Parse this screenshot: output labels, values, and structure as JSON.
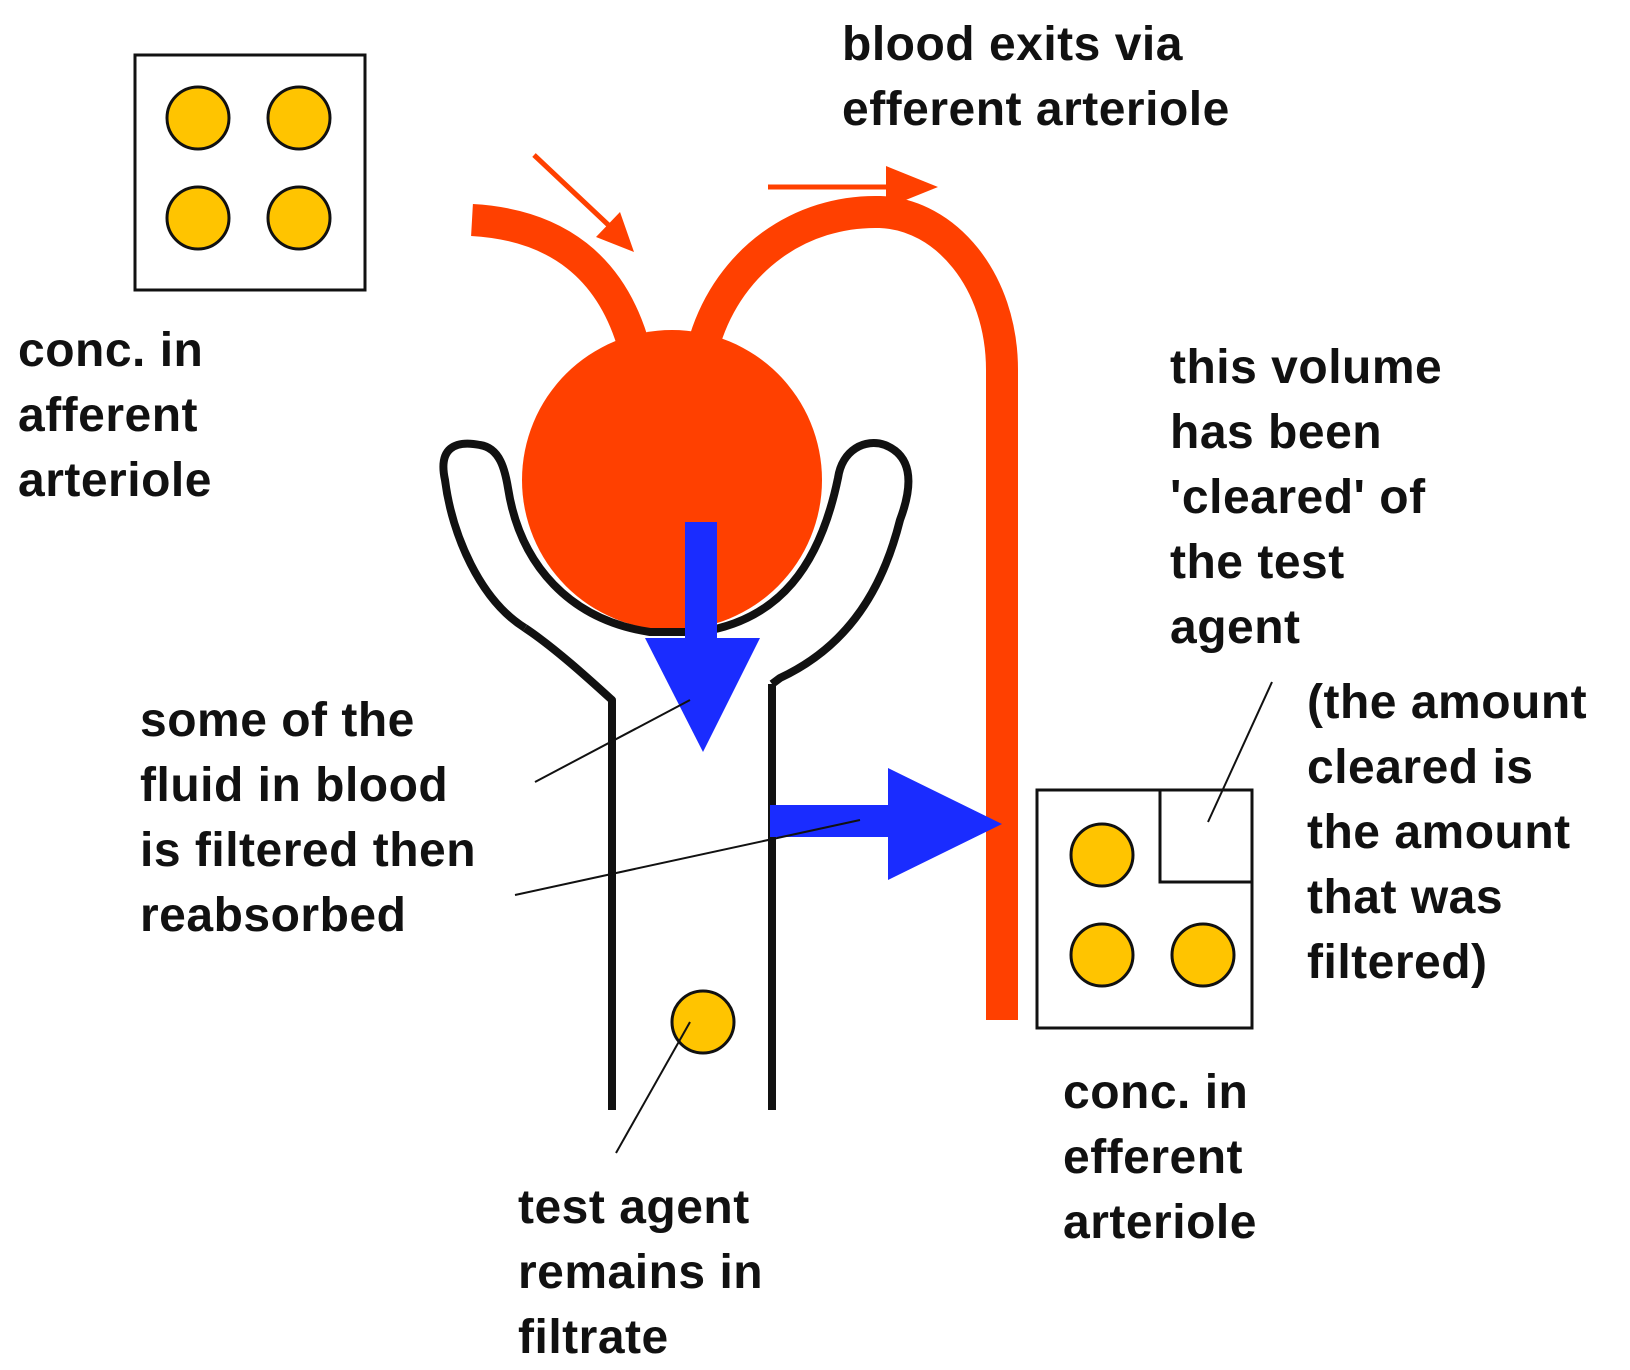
{
  "colors": {
    "blood": "#ff4000",
    "flow_arrow": "#1a2cff",
    "molecule_fill": "#ffc400",
    "outline": "#111111",
    "background": "#ffffff"
  },
  "labels": {
    "afferent_conc": [
      "conc. in",
      "afferent",
      "arteriole"
    ],
    "efferent_exit": [
      "blood exits via",
      "efferent arteriole"
    ],
    "cleared_volume": [
      "this volume",
      "has been",
      "'cleared' of",
      "the test",
      "agent"
    ],
    "amount_cleared": [
      "(the amount",
      "cleared is",
      "the amount",
      "that was",
      "filtered)"
    ],
    "reabsorbed": [
      "some of the",
      "fluid in blood",
      "is filtered then",
      "reabsorbed"
    ],
    "efferent_conc": [
      "conc. in",
      "efferent",
      "arteriole"
    ],
    "filtrate": [
      "test agent",
      "remains in",
      "filtrate"
    ]
  },
  "concentration_boxes": {
    "afferent_molecule_count": 4,
    "efferent_molecule_count": 3,
    "filtrate_molecule_count": 1
  }
}
